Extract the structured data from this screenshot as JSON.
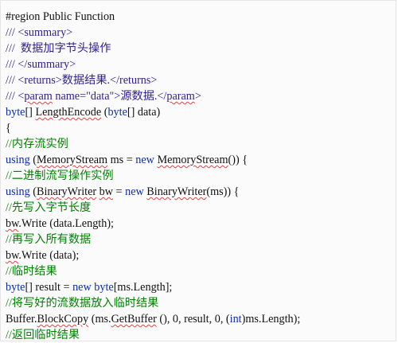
{
  "code": {
    "lines": [
      [
        {
          "t": "#region Public Function",
          "c": "t"
        }
      ],
      [
        {
          "t": "/// <summary>",
          "c": "x"
        }
      ],
      [
        {
          "t": "///  数据加字节头操作",
          "c": "x"
        }
      ],
      [
        {
          "t": "/// </summary>",
          "c": "x"
        }
      ],
      [
        {
          "t": "/// <returns>数据结果.</returns>",
          "c": "x"
        }
      ],
      [
        {
          "t": "/// <",
          "c": "x"
        },
        {
          "t": "param",
          "c": "x",
          "u": true
        },
        {
          "t": " name=\"data\">源数据.</",
          "c": "x"
        },
        {
          "t": "param",
          "c": "x",
          "u": true
        },
        {
          "t": ">",
          "c": "x"
        }
      ],
      [
        {
          "t": "byte",
          "c": "k"
        },
        {
          "t": "[] ",
          "c": "t"
        },
        {
          "t": "LengthEncode",
          "c": "t",
          "u": true
        },
        {
          "t": " (",
          "c": "t"
        },
        {
          "t": "byte",
          "c": "k"
        },
        {
          "t": "[] data)",
          "c": "t"
        }
      ],
      [
        {
          "t": "{",
          "c": "t"
        }
      ],
      [
        {
          "t": "//内存流实例",
          "c": "c"
        }
      ],
      [
        {
          "t": "using",
          "c": "k"
        },
        {
          "t": " (",
          "c": "t"
        },
        {
          "t": "MemoryStream",
          "c": "t",
          "u": true
        },
        {
          "t": " ms = ",
          "c": "t"
        },
        {
          "t": "new",
          "c": "k"
        },
        {
          "t": " ",
          "c": "t"
        },
        {
          "t": "MemoryStream",
          "c": "t",
          "u": true
        },
        {
          "t": "()) {",
          "c": "t"
        }
      ],
      [
        {
          "t": "//二进制流写操作实例",
          "c": "c"
        }
      ],
      [
        {
          "t": "using",
          "c": "k"
        },
        {
          "t": " (",
          "c": "t"
        },
        {
          "t": "BinaryWriter",
          "c": "t",
          "u": true
        },
        {
          "t": " ",
          "c": "t"
        },
        {
          "t": "bw",
          "c": "t",
          "u": true
        },
        {
          "t": " = ",
          "c": "t"
        },
        {
          "t": "new",
          "c": "k"
        },
        {
          "t": " ",
          "c": "t"
        },
        {
          "t": "BinaryWriter",
          "c": "t",
          "u": true
        },
        {
          "t": "(ms)) {",
          "c": "t"
        }
      ],
      [
        {
          "t": "//先写入字节长度",
          "c": "c"
        }
      ],
      [
        {
          "t": "bw",
          "c": "t",
          "u": true
        },
        {
          "t": ".Write (data.Length);",
          "c": "t"
        }
      ],
      [
        {
          "t": "//再写入所有数据",
          "c": "c"
        }
      ],
      [
        {
          "t": "bw",
          "c": "t",
          "u": true
        },
        {
          "t": ".Write (data);",
          "c": "t"
        }
      ],
      [
        {
          "t": "//临时结果",
          "c": "c"
        }
      ],
      [
        {
          "t": "byte",
          "c": "k"
        },
        {
          "t": "[] result = ",
          "c": "t"
        },
        {
          "t": "new",
          "c": "k"
        },
        {
          "t": " ",
          "c": "t"
        },
        {
          "t": "byte",
          "c": "k"
        },
        {
          "t": "[ms.Length];",
          "c": "t"
        }
      ],
      [
        {
          "t": "//将写好的流数据放入临时结果",
          "c": "c"
        }
      ],
      [
        {
          "t": "Buffer.",
          "c": "t"
        },
        {
          "t": "BlockCopy",
          "c": "t",
          "u": true
        },
        {
          "t": " (ms.",
          "c": "t"
        },
        {
          "t": "GetBuffer",
          "c": "t",
          "u": true
        },
        {
          "t": " (), 0, result, 0, (",
          "c": "t"
        },
        {
          "t": "int",
          "c": "k"
        },
        {
          "t": ")ms.Length);",
          "c": "t"
        }
      ],
      [
        {
          "t": "//返回临时结果",
          "c": "c"
        }
      ]
    ]
  }
}
